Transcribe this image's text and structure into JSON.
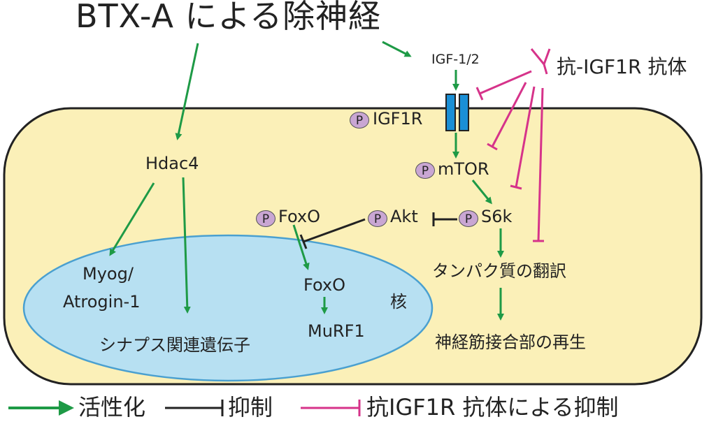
{
  "title": "BTX-A による除神経",
  "cell": {
    "cell_fill": "#fbf0b8",
    "nucleus_fill": "#b7e0f2",
    "nucleus_label": "核"
  },
  "labels": {
    "igf": "IGF-1/2",
    "anti_ab": "抗-IGF1R 抗体",
    "igf1r": "IGF1R",
    "mtor": "mTOR",
    "hdac4": "Hdac4",
    "foxo_cyto": "FoxO",
    "akt": "Akt",
    "s6k": "S6k",
    "myog": "Myog/",
    "atrogin": "Atrogin-1",
    "foxo_nuc": "FoxO",
    "murf1": "MuRF1",
    "translation": "タンパク質の翻訳",
    "synaptic": "シナプス関連遺伝子",
    "nmj": "神経筋接合部の再生",
    "p": "P"
  },
  "legend": {
    "activation": "活性化",
    "inhibition": "抑制",
    "antibody_inhibition": "抗IGF1R 抗体による抑制"
  },
  "colors": {
    "green": "#1e9a46",
    "magenta": "#d6338a",
    "black": "#222222",
    "receptor": "#1a8fd6"
  }
}
